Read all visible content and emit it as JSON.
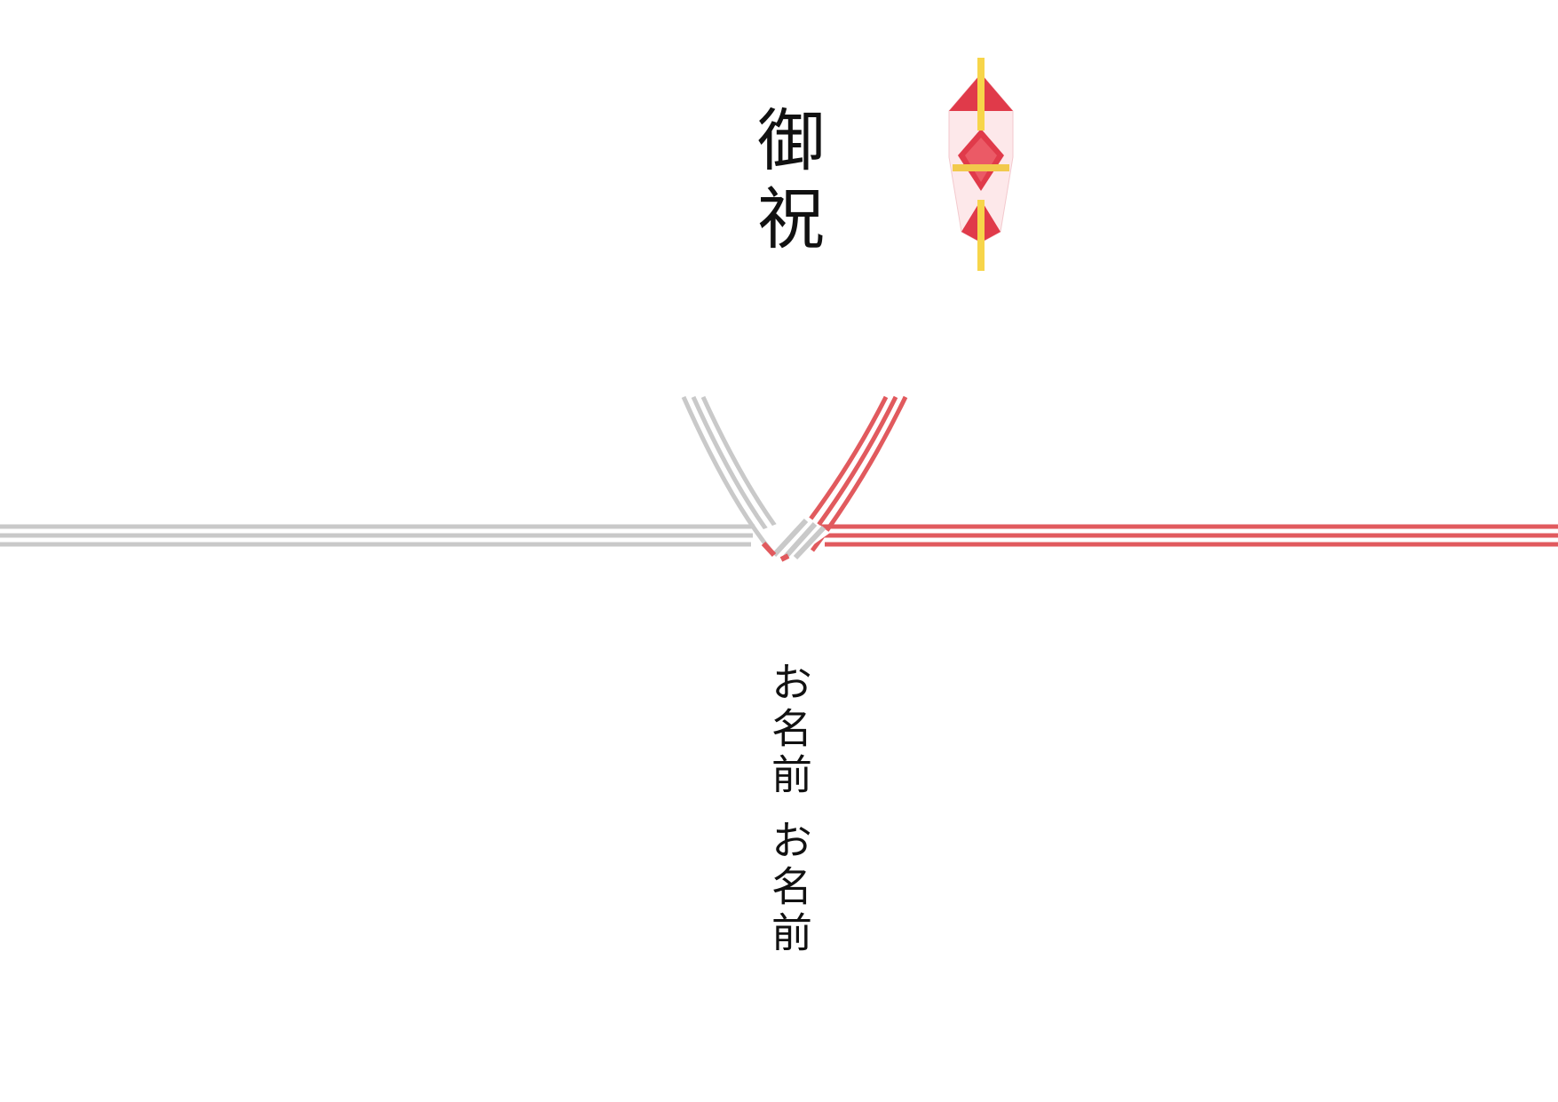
{
  "noshi": {
    "title": "御祝",
    "names": [
      "お名前",
      "お名前"
    ]
  },
  "colors": {
    "red_cord": "#e15a5e",
    "silver_cord": "#c9c9c9",
    "noshi_red": "#e03a4a",
    "noshi_paper": "#fbe3e5",
    "noshi_gold": "#f7d54a",
    "text": "#111111"
  },
  "icons": [
    "noshi-ornament-icon",
    "mizuhiki-knot-icon"
  ]
}
